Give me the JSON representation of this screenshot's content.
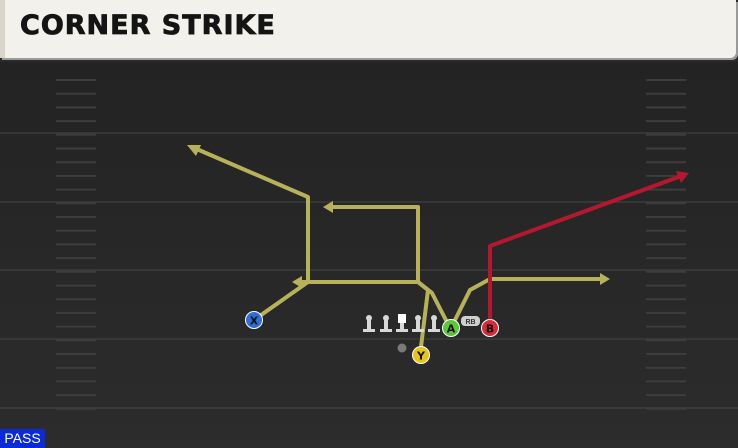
{
  "play": {
    "title": "CORNER STRIKE",
    "formation_badge": "PASS",
    "blocker_tag": "RB"
  },
  "players": [
    {
      "id": "X",
      "label": "X",
      "color": "#2f6fd6"
    },
    {
      "id": "Y",
      "label": "Y",
      "color": "#e8c21d"
    },
    {
      "id": "A",
      "label": "A",
      "color": "#5cc53a"
    },
    {
      "id": "B",
      "label": "B",
      "color": "#d62b3a"
    }
  ],
  "colors": {
    "route_primary": "#b7b25a",
    "route_hot": "#b3182f",
    "field": "#2a2a2a",
    "header": "#f3f1ec",
    "badge": "#0b2bd6"
  }
}
